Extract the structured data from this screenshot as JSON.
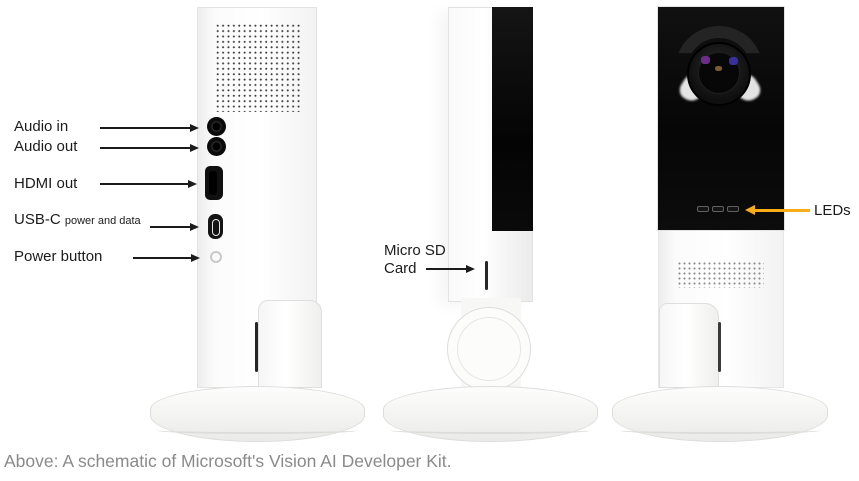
{
  "caption": "Above: A schematic of Microsoft's Vision AI Developer Kit.",
  "annotations": {
    "left": [
      {
        "label": "Audio in"
      },
      {
        "label": "Audio out"
      },
      {
        "label": "HDMI out"
      },
      {
        "label": "USB-C",
        "sublabel": "power and data"
      },
      {
        "label": "Power button"
      }
    ],
    "micro_sd": {
      "line1": "Micro SD",
      "line2": "Card"
    },
    "leds": {
      "label": "LEDs"
    }
  },
  "colors": {
    "annotation_text": "#1b1b1b",
    "annotation_arrow": "#1b1b1b",
    "leds_arrow": "#FBAD18",
    "caption_text": "#8a8a8a",
    "panel_black": "#0a0a0a",
    "device_white": "#fafafa"
  },
  "device": {
    "name": "Microsoft Vision AI Developer Kit",
    "views": [
      "left-side",
      "right-side",
      "front"
    ],
    "features": [
      "audio-in-jack",
      "audio-out-jack",
      "hdmi-port",
      "usb-c-port",
      "power-button",
      "micro-sd-slot",
      "leds",
      "camera-lens",
      "speaker-grille",
      "stand-base"
    ]
  }
}
